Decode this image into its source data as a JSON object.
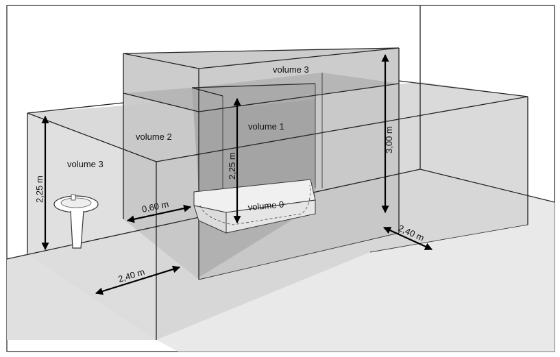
{
  "diagram": {
    "volumes": {
      "volume3_top": "volume 3",
      "volume3_left": "volume 3",
      "volume2": "volume 2",
      "volume1": "volume 1",
      "volume0": "volume 0"
    },
    "dimensions": {
      "height_left": "2,25 m",
      "height_vol1": "2,25 m",
      "height_vol3": "3,00 m",
      "width_060": "0,60 m",
      "width_240_left": "2,40 m",
      "width_240_right": "2,40 m"
    },
    "colors": {
      "background": "#ffffff",
      "floor": "#e6e6e6",
      "volume3_fill": "#cccccc",
      "volume2_fill": "#bfbfbf",
      "volume1_fill": "#a9a9a9",
      "bathtub": "#f2f2f2",
      "line": "#222222"
    }
  }
}
